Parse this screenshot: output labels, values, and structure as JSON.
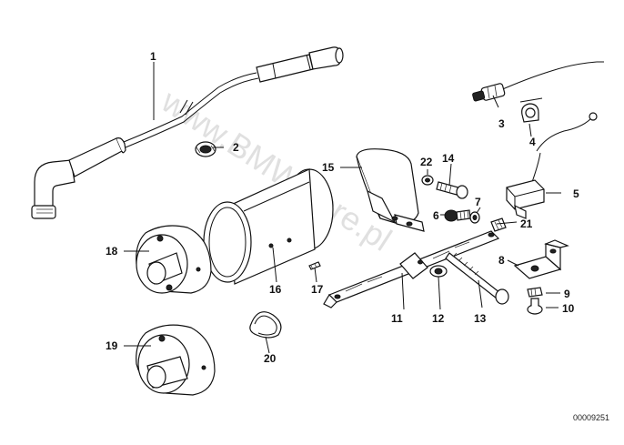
{
  "diagram": {
    "labels": {
      "p1": "1",
      "p2": "2",
      "p3": "3",
      "p4": "4",
      "p5": "5",
      "p6": "6",
      "p7": "7",
      "p8": "8",
      "p9": "9",
      "p10": "10",
      "p11": "11",
      "p12": "12",
      "p13": "13",
      "p14": "14",
      "p15": "15",
      "p16": "16",
      "p17": "17",
      "p18": "18",
      "p19": "19",
      "p20": "20",
      "p21": "21",
      "p22": "22"
    },
    "watermark": "www.BMWstore.pl",
    "reference_code": "00009251"
  }
}
